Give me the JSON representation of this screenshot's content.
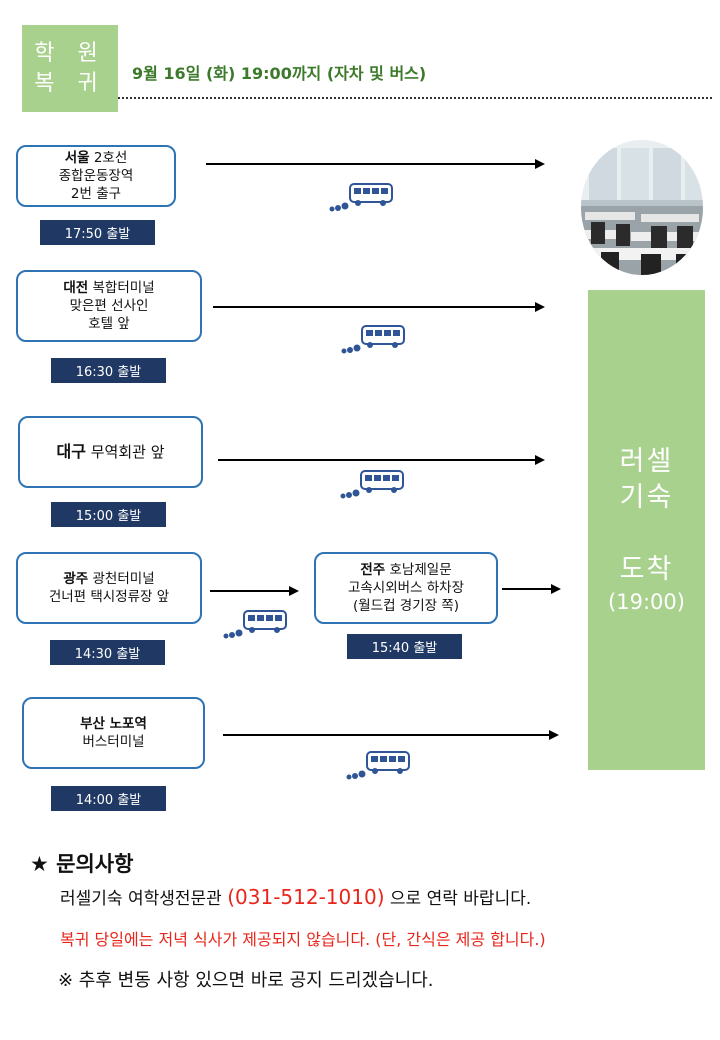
{
  "header": {
    "badge_line1": "학 원",
    "badge_line2": "복 귀",
    "title": "9월 16일 (화) 19:00까지 (자차 및  버스)"
  },
  "routes": [
    {
      "city": "서울",
      "place_l1": " 2호선",
      "place_l2": "종합운동장역",
      "place_l3": "2번 출구",
      "departure": "17:50  출발"
    },
    {
      "city": "대전",
      "place_l1": " 복합터미널",
      "place_l2": "맞은편 선사인",
      "place_l3": "호텔 앞",
      "departure": "16:30  출발"
    },
    {
      "city": "대구",
      "place_l1": " 무역회관 앞",
      "departure": "15:00  출발"
    },
    {
      "city": "광주",
      "place_l1": " 광천터미널",
      "place_l2": "건너편 택시정류장 앞",
      "departure": "14:30  출발"
    },
    {
      "city": "부산",
      "place_l1": " 노포역",
      "place_l2": "버스터미널",
      "departure": "14:00  출발"
    }
  ],
  "transfer": {
    "city": "전주",
    "place_l1": " 호남제일문",
    "place_l2": "고속시외버스 하차장",
    "place_l3": "(월드컵 경기장 쪽)",
    "departure": "15:40  출발"
  },
  "arrival": {
    "line1": "러셀",
    "line2": "기숙",
    "line3": "도착",
    "time": "(19:00)"
  },
  "contact": {
    "heading": "★ 문의사항",
    "line1_prefix": "러셀기숙 여학생전문관 ",
    "phone": "(031-512-1010)",
    "line1_suffix": " 으로 연락 바랍니다.",
    "notice": "복귀 당일에는 저녁 식사가 제공되지 않습니다. (단, 간식은 제공 합니다.)",
    "footer": "※ 추후 변동 사항 있으면 바로 공지 드리겠습니다."
  },
  "colors": {
    "green": "#a9d18e",
    "navy": "#1f3864",
    "border_blue": "#2e74b5",
    "bus_blue": "#2f5597",
    "red": "#e8261c",
    "title_green": "#3b7a2a"
  },
  "icons": [
    "bus-icon",
    "classroom-photo"
  ]
}
